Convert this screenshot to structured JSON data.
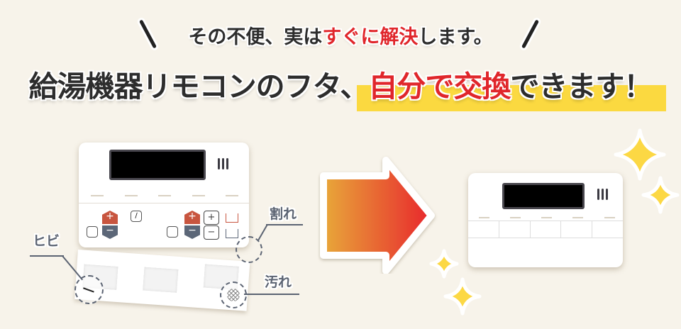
{
  "headline": {
    "sub_prefix": "その不便、実は",
    "sub_highlight": "すぐに解決",
    "sub_suffix": "します。",
    "main_prefix": "給湯機器リモコンのフタ、",
    "main_highlight": "自分で交換",
    "main_suffix": "できます！"
  },
  "before_remote": {
    "damage_labels": {
      "crack_small": "ヒビ",
      "break": "割れ",
      "stain": "汚れ"
    },
    "buttons": {
      "plus": "+",
      "minus": "−"
    }
  },
  "colors": {
    "background": "#f7f3ea",
    "accent_red": "#e0262b",
    "highlight_yellow": "#fbd940",
    "arrow_start": "#e8a83a",
    "arrow_end": "#e8262c",
    "sparkle": "#fcd844",
    "label_gray": "#5b6372"
  }
}
